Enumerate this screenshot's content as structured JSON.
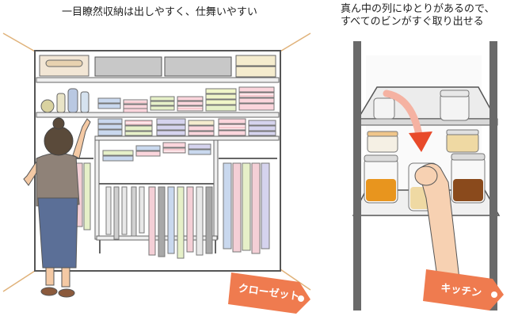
{
  "captions": {
    "closet": "一目瞭然収納は出しやすく、仕舞いやすい",
    "kitchen_line1": "真ん中の列にゆとりがあるので、",
    "kitchen_line2": "すべてのビンがすぐ取り出せる"
  },
  "tags": {
    "closet": "クローゼット",
    "kitchen": "キッチン"
  },
  "colors": {
    "tag": "#ef7b4f",
    "shelf": "#f4f4f4",
    "outline": "#555555",
    "wall_line": "#e0b27a",
    "apron": "#5b6f97",
    "skin": "#f4c9a4",
    "spice_orange": "#e8951e",
    "spice_brown": "#8a4a1c",
    "spice_cream": "#efd9a3",
    "arrow": "#e84a2a"
  }
}
